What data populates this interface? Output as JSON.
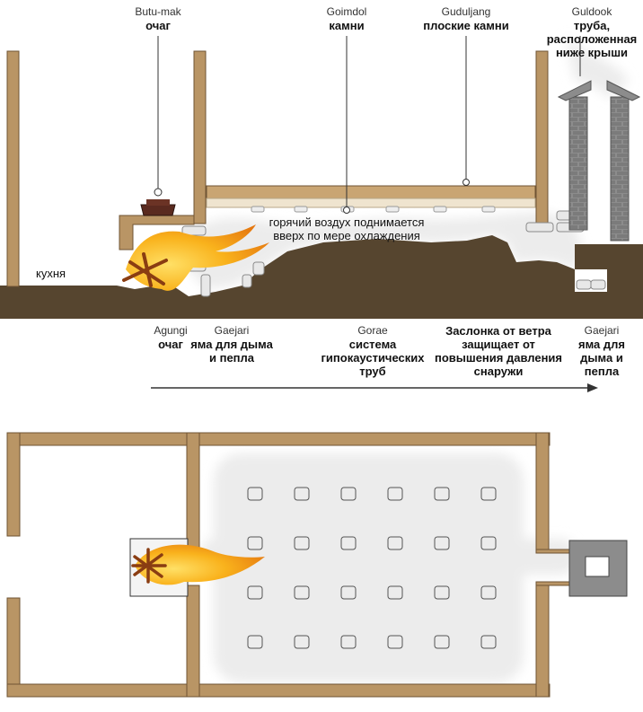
{
  "top_labels": {
    "butu_mak": {
      "translit": "Butu-mak",
      "ru": "очаг"
    },
    "goimdol": {
      "translit": "Goimdol",
      "ru": "камни"
    },
    "guduljang": {
      "translit": "Guduljang",
      "ru": "плоские камни"
    },
    "guldook": {
      "translit": "Guldook",
      "ru": "труба, расположенная ниже крыши"
    }
  },
  "kitchen_label": "кухня",
  "hot_air_caption": "горячий воздух поднимается вверх по мере охлаждения",
  "bottom_labels": {
    "agungi": {
      "translit": "Agungi",
      "ru": "очаг"
    },
    "gaejari_left": {
      "translit": "Gaejari",
      "ru": "яма для дыма и пепла"
    },
    "gorae": {
      "translit": "Gorae",
      "ru": "система гипокаустических труб"
    },
    "damper": {
      "ru": "Заслонка от ветра защищает от повышения давления снаружи"
    },
    "gaejari_right": {
      "translit": "Gaejari",
      "ru": "яма для дыма и пепла"
    }
  },
  "colors": {
    "wall": "#b99565",
    "ground": "#56452f",
    "stone": "#e8e8e8",
    "smoke": "#ececec",
    "flame": "#f6a21a",
    "chimney": "#8a8a8a"
  }
}
